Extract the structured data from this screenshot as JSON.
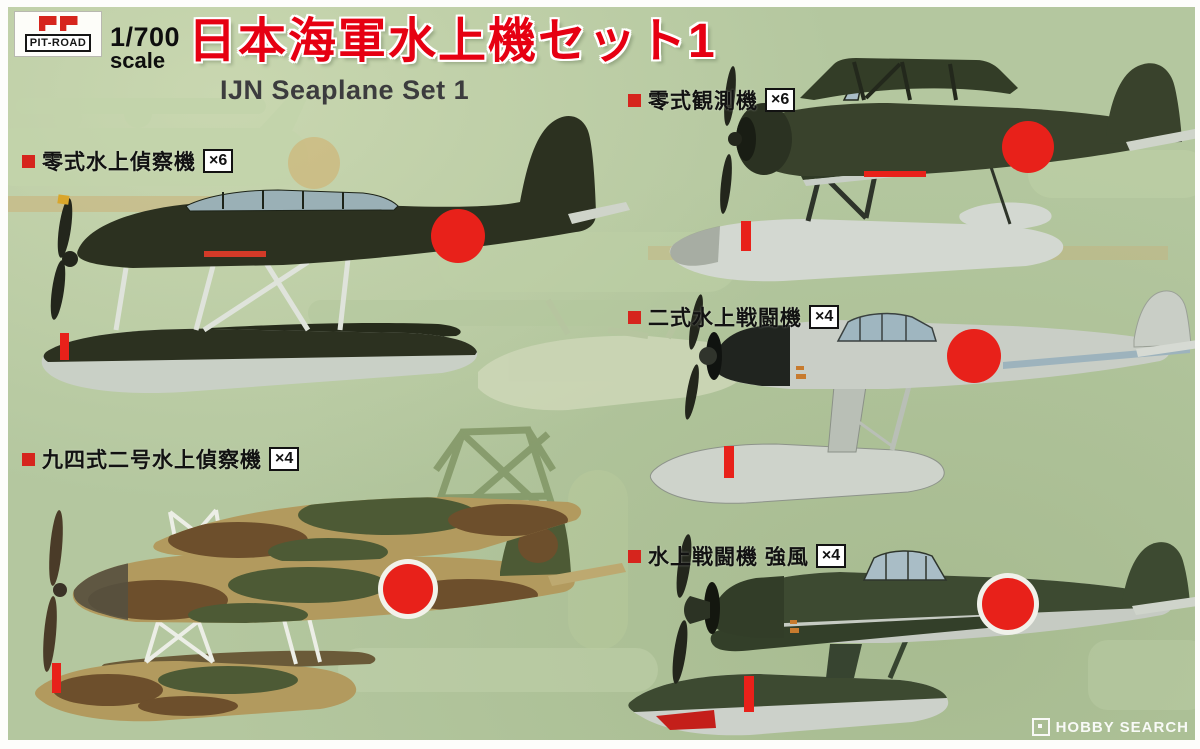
{
  "product": {
    "brand": "PIT-ROAD",
    "scale": "1/700",
    "scale_word": "scale",
    "title_jp": "日本海軍水上機セット1",
    "title_en": "IJN Seaplane Set 1"
  },
  "aircraft_labels": [
    {
      "name_jp": "零式水上偵察機",
      "quantity": "×6"
    },
    {
      "name_jp": "零式観測機",
      "quantity": "×6"
    },
    {
      "name_jp": "二式水上戦闘機",
      "quantity": "×4"
    },
    {
      "name_jp": "九四式二号水上偵察機",
      "quantity": "×4"
    },
    {
      "name_jp": "水上戦闘機 強風",
      "quantity": "×4"
    }
  ],
  "watermark": "HOBBY SEARCH",
  "colors": {
    "background_green": "#b4c79f",
    "title_red": "#e60012",
    "hinomaru_red": "#e8211a",
    "dark_green": "#39422c",
    "very_dark_olive": "#2c3120",
    "light_gray": "#c9cec6",
    "camouflage_tan": "#b29a5e",
    "camouflage_brown": "#6d4f2c",
    "camouflage_green": "#4d5a35"
  }
}
